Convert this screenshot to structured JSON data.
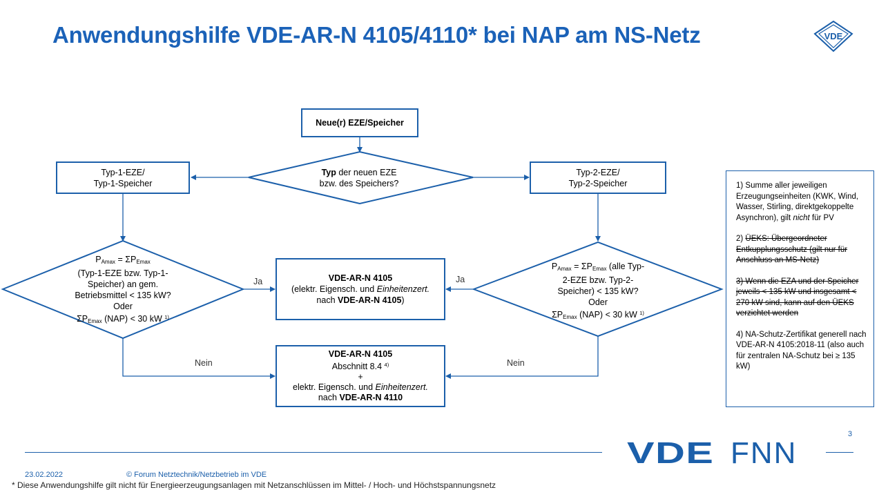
{
  "title": "Anwendungshilfe VDE-AR-N 4105/4110* bei NAP am NS-Netz",
  "logo_badge_text": "VDE",
  "flow": {
    "start": "Neue(r) EZE/Speicher",
    "decision_typ": {
      "bold": "Typ",
      "rest1": " der neuen EZE",
      "line2": "bzw. des Speichers?"
    },
    "typ1": {
      "line1": "Typ-1-EZE/",
      "line2": "Typ-1-Speicher"
    },
    "typ2": {
      "line1": "Typ-2-EZE/",
      "line2": "Typ-2-Speicher"
    },
    "left_decision": {
      "p": "P",
      "p_sub": "Amax",
      "eq": " = ΣP",
      "e_sub": "Emax",
      "l2": "(Typ-1-EZE bzw. Typ-1-",
      "l3": "Speicher) an gem.",
      "l4": "Betriebsmittel < 135 kW?",
      "l5": "Oder",
      "sum": "ΣP",
      "sum_sub": "Emax",
      "tail": " (NAP) < 30 kW ",
      "sup": "1)"
    },
    "right_decision": {
      "p": "P",
      "p_sub": "Amax",
      "eq": " = ΣP",
      "e_sub": "Emax",
      "eq_tail": " (alle Typ-",
      "l2": "2-EZE bzw. Typ-2-",
      "l3": "Speicher) < 135 kW?",
      "l4": "Oder",
      "sum": "ΣP",
      "sum_sub": "Emax",
      "tail": " (NAP) < 30 kW ",
      "sup": "1)"
    },
    "result1": {
      "title": "VDE-AR-N 4105",
      "l2a": "(elektr. Eigensch. und ",
      "l2b": "Einheitenzert.",
      "l3a": "nach ",
      "l3b": "VDE-AR-N 4105",
      "l3c": ")"
    },
    "result2": {
      "title": "VDE-AR-N 4105",
      "l2": "Abschnitt 8.4 ",
      "sup": "4)",
      "plus": "+",
      "l4a": "elektr. Eigensch. und ",
      "l4b": "Einheitenzert.",
      "l5a": "nach ",
      "l5b": "VDE-AR-N 4110"
    },
    "ja_left": "Ja",
    "ja_right": "Ja",
    "nein_left": "Nein",
    "nein_right": "Nein"
  },
  "notes": {
    "n1a": "1) Summe aller jeweiligen Erzeugungseinheiten (KWK, Wind, Wasser, Stirling, direktgekoppelte Asynchron), gilt ",
    "n1b": "nicht",
    "n1c": " für PV",
    "n2a": "2) ",
    "n2b": "ÜEKS: Übergeordneter Entkupplungsschutz (gilt nur für Anschluss an MS-Netz)",
    "n3": "3) Wenn die EZA und der Speicher jeweils < 135 kW und insgesamt < 270 kW sind, kann auf den ÜEKS verzichtet werden",
    "n4": "4) NA-Schutz-Zertifikat generell nach VDE-AR-N 4105:2018-11 (also auch für zentralen NA-Schutz bei ≥ 135 kW)"
  },
  "footer": {
    "page": "3",
    "logo_vde": "VDE",
    "logo_fnn": "FNN",
    "date": "23.02.2022",
    "copyright": "© Forum Netztechnik/Netzbetrieb im VDE",
    "footnote": "* Diese Anwendungshilfe gilt nicht für Energieerzeugungsanlagen mit Netzanschlüssen im Mittel- / Hoch- und Höchstspannungsnetz"
  },
  "colors": {
    "accent": "#1b62b8",
    "line": "#1b5faa"
  }
}
